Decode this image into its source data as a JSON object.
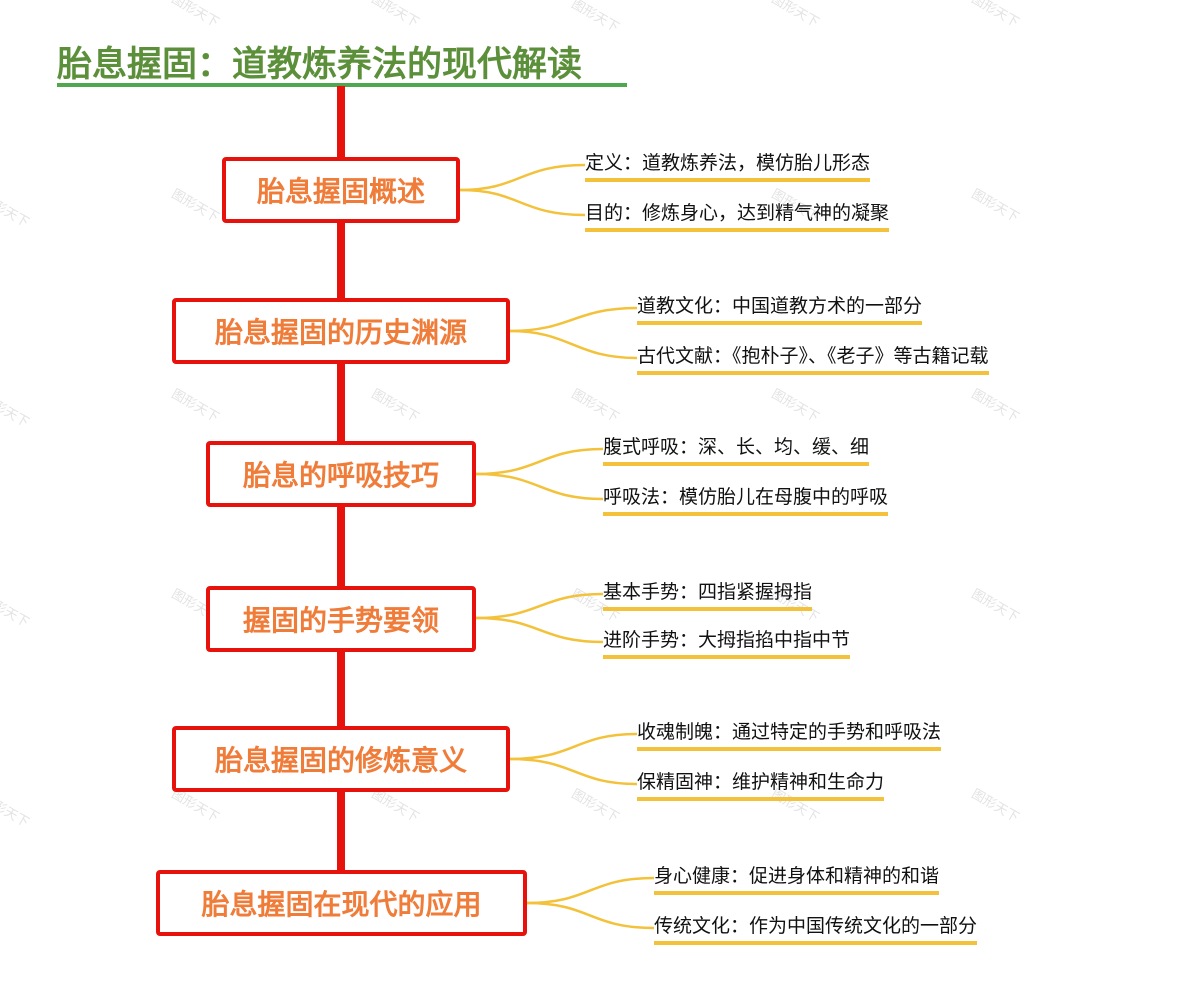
{
  "title": "胎息握固：道教炼养法的现代解读",
  "colors": {
    "title": "#5b8f3a",
    "title_underline": "#4fa84d",
    "spine": "#e8120c",
    "node_border": "#e8120c",
    "node_text": "#f07c3a",
    "connector": "#f3c23a",
    "leaf_underline": "#f3c23a"
  },
  "watermark": "图形天下",
  "branches": [
    {
      "label": "胎息握固概述",
      "children": [
        "定义：道教炼养法，模仿胎儿形态",
        "目的：修炼身心，达到精气神的凝聚"
      ]
    },
    {
      "label": "胎息握固的历史渊源",
      "children": [
        "道教文化：中国道教方术的一部分",
        "古代文献：《抱朴子》、《老子》等古籍记载"
      ]
    },
    {
      "label": "胎息的呼吸技巧",
      "children": [
        "腹式呼吸：深、长、均、缓、细",
        "呼吸法：模仿胎儿在母腹中的呼吸"
      ]
    },
    {
      "label": "握固的手势要领",
      "children": [
        "基本手势：四指紧握拇指",
        "进阶手势：大拇指掐中指中节"
      ]
    },
    {
      "label": "胎息握固的修炼意义",
      "children": [
        "收魂制魄：通过特定的手势和呼吸法",
        "保精固神：维护精神和生命力"
      ]
    },
    {
      "label": "胎息握固在现代的应用",
      "children": [
        "身心健康：促进身体和精神的和谐",
        "传统文化：作为中国传统文化的一部分"
      ]
    }
  ]
}
